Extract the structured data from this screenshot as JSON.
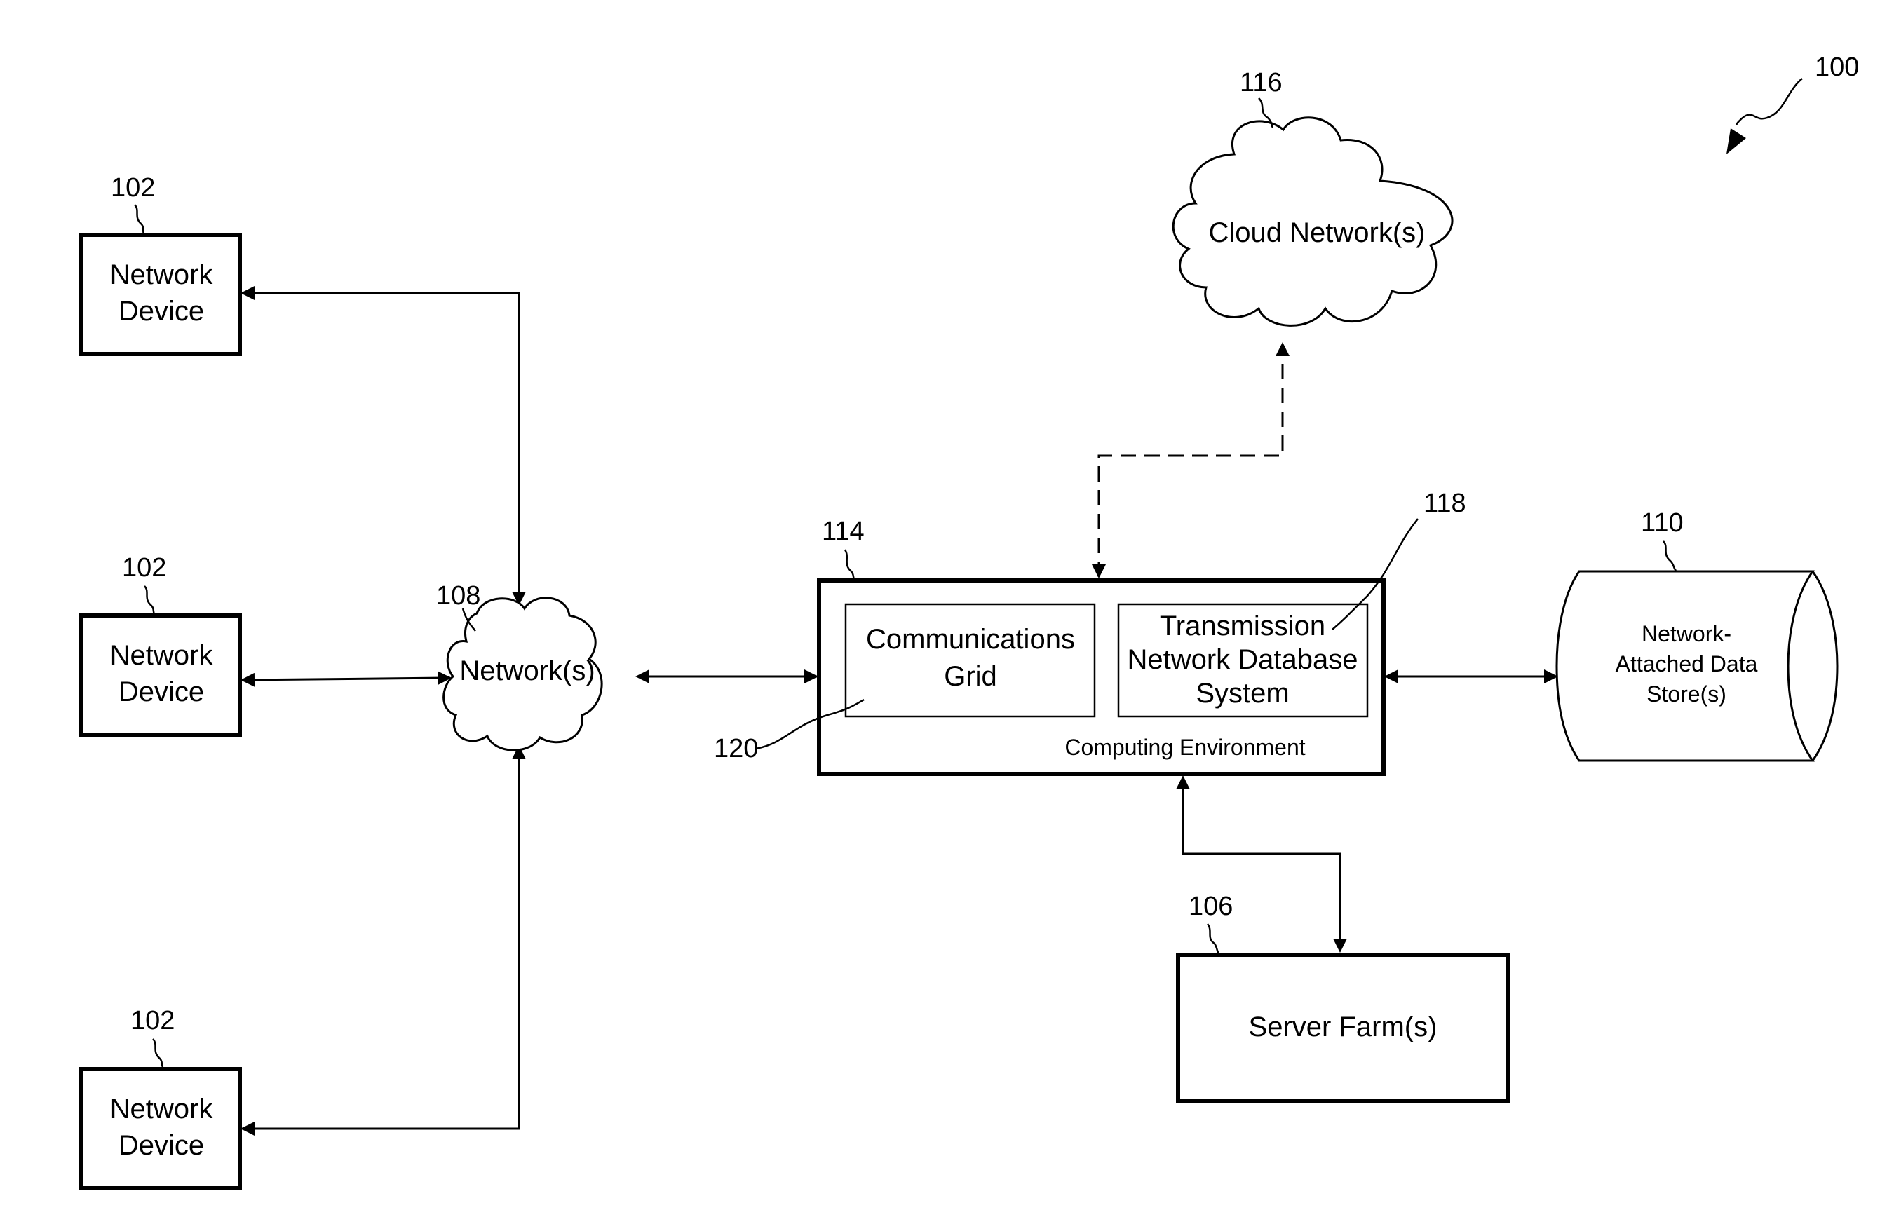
{
  "figure_ref": "100",
  "network_devices": [
    {
      "line1": "Network",
      "line2": "Device",
      "ref": "102"
    },
    {
      "line1": "Network",
      "line2": "Device",
      "ref": "102"
    },
    {
      "line1": "Network",
      "line2": "Device",
      "ref": "102"
    }
  ],
  "network": {
    "label": "Network(s)",
    "ref": "108"
  },
  "cloud": {
    "label": "Cloud Network(s)",
    "ref": "116"
  },
  "computing_environment": {
    "label": "Computing Environment",
    "ref": "114",
    "comm_grid": {
      "line1": "Communications",
      "line2": "Grid",
      "ref": "120"
    },
    "tndb": {
      "line1": "Transmission",
      "line2": "Network Database",
      "line3": "System",
      "ref": "118"
    }
  },
  "data_store": {
    "line1": "Network-",
    "line2": "Attached Data",
    "line3": "Store(s)",
    "ref": "110"
  },
  "server_farm": {
    "label": "Server Farm(s)",
    "ref": "106"
  }
}
